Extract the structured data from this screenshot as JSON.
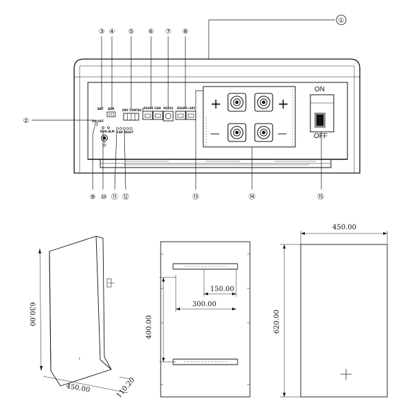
{
  "callouts": [
    "①",
    "②",
    "③",
    "④",
    "⑤",
    "⑥",
    "⑦",
    "⑧",
    "⑨",
    "⑩",
    "⑪",
    "⑫",
    "⑬",
    "⑭",
    "⑮"
  ],
  "panel_labels": {
    "batt": "BAT",
    "adr": "ADR",
    "dry_contact": "DRY CONTACT",
    "rs485_can": "RS485 CAN",
    "rs232": "RS232",
    "rs485_485": "RS485+485",
    "on_off": "ON/OFF",
    "run_alm": "RUN ALM",
    "cap_reset": "CAP RESET"
  },
  "terminals": {
    "plus_symbol": "+",
    "minus_symbol": "—"
  },
  "breaker": {
    "on_label": "ON",
    "off_label": "OFF"
  },
  "dimensions": {
    "side_height": "630.00",
    "side_width": "450.00",
    "side_depth": "110.20",
    "bracket_small": "150.00",
    "bracket_large": "300.00",
    "bracket_vertical": "400.00",
    "front_width": "450.00",
    "front_height": "620.00"
  },
  "colors": {
    "ink": "#111111",
    "paper": "#ffffff"
  }
}
